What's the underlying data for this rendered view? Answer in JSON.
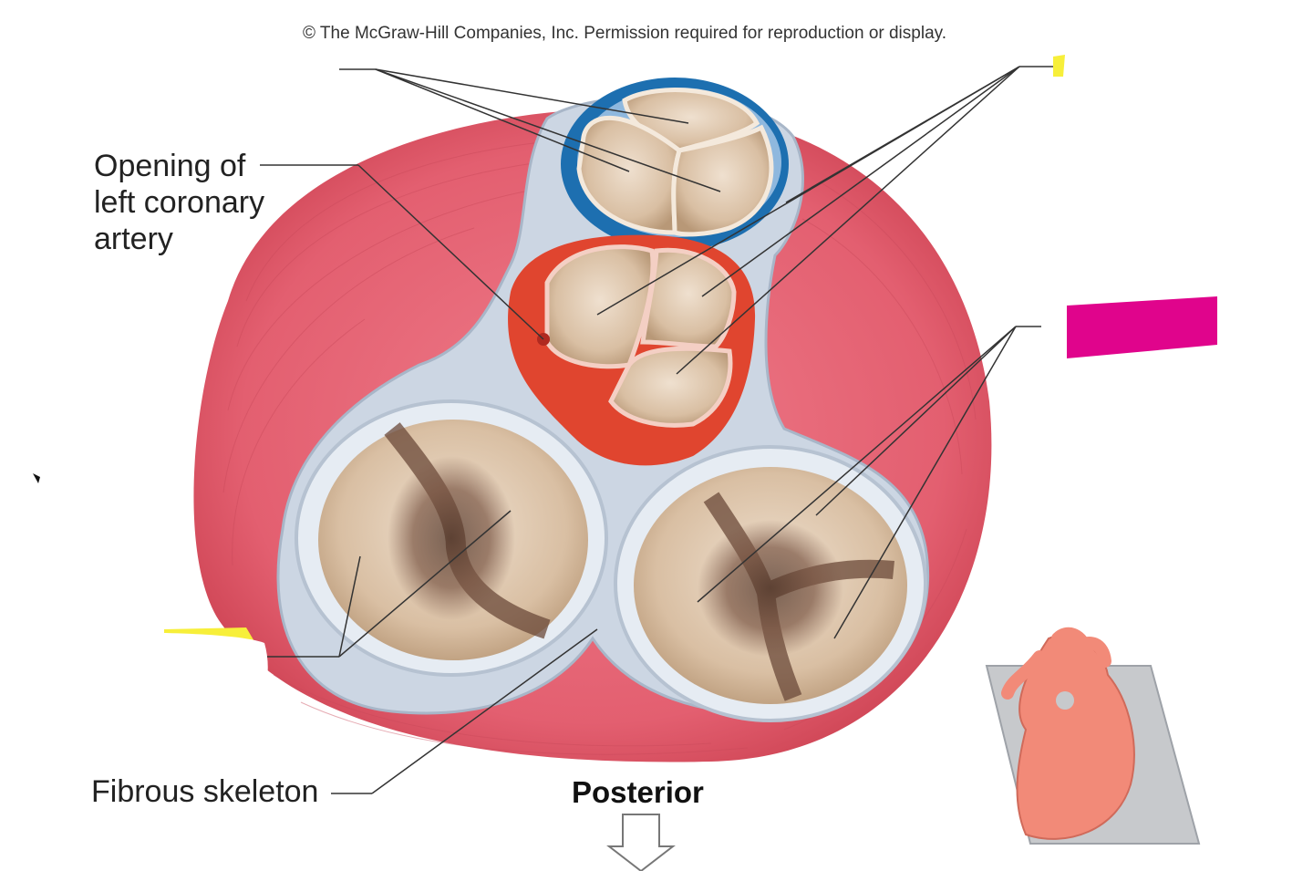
{
  "copyright": "© The McGraw-Hill Companies, Inc. Permission required for reproduction or display.",
  "labels": {
    "coronary_line1": "Opening of",
    "coronary_line2": "left coronary",
    "coronary_line3": "artery",
    "fibrous_skeleton": "Fibrous skeleton",
    "posterior": "Posterior"
  },
  "colors": {
    "myocardium": "#e0586a",
    "fibrous_skeleton": "#ccd6e3",
    "pulmonary_ring": "#1d6fb0",
    "aortic_ring": "#e0452f",
    "valve_cusp": "#dcc3a8",
    "valve_dark": "#6b4a3a",
    "highlight_magenta": "#e0048c",
    "highlight_yellow": "#f7ef3a",
    "heart_icon": "#f28a78"
  }
}
